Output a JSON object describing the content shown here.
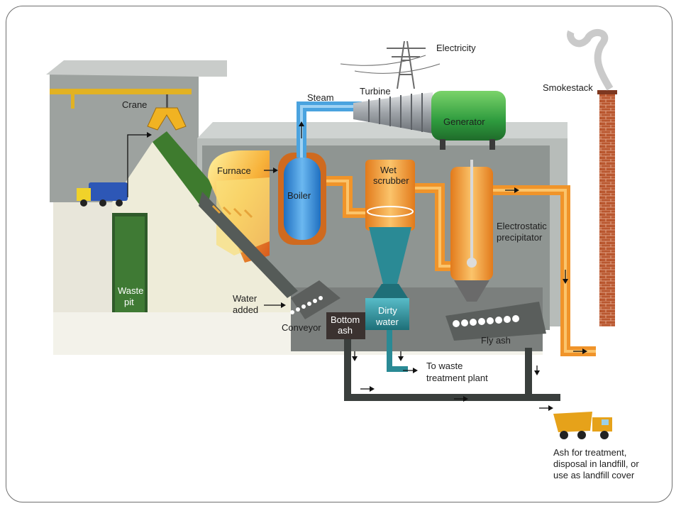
{
  "labels": {
    "crane": "Crane",
    "furnace": "Furnace",
    "waste_pit_1": "Waste",
    "waste_pit_2": "pit",
    "boiler": "Boiler",
    "steam": "Steam",
    "turbine": "Turbine",
    "generator": "Generator",
    "electricity": "Electricity",
    "wet_scrubber_1": "Wet",
    "wet_scrubber_2": "scrubber",
    "electrostatic_1": "Electrostatic",
    "electrostatic_2": "precipitator",
    "smokestack": "Smokestack",
    "water_added_1": "Water",
    "water_added_2": "added",
    "conveyor": "Conveyor",
    "bottom_ash_1": "Bottom",
    "bottom_ash_2": "ash",
    "dirty_water_1": "Dirty",
    "dirty_water_2": "water",
    "fly_ash": "Fly ash",
    "waste_treatment_1": "To waste",
    "waste_treatment_2": "treatment plant",
    "ash_treatment_1": "Ash for treatment,",
    "ash_treatment_2": "disposal in landfill, or",
    "ash_treatment_3": "use as landfill cover"
  },
  "colors": {
    "steam_pipe": "#4aa3df",
    "flue_pipe": "#f0942a",
    "generator": "#3fae49",
    "brick": "#b5532f",
    "dirty_water": "#2a8a95",
    "wall": "#bdc2bf"
  }
}
